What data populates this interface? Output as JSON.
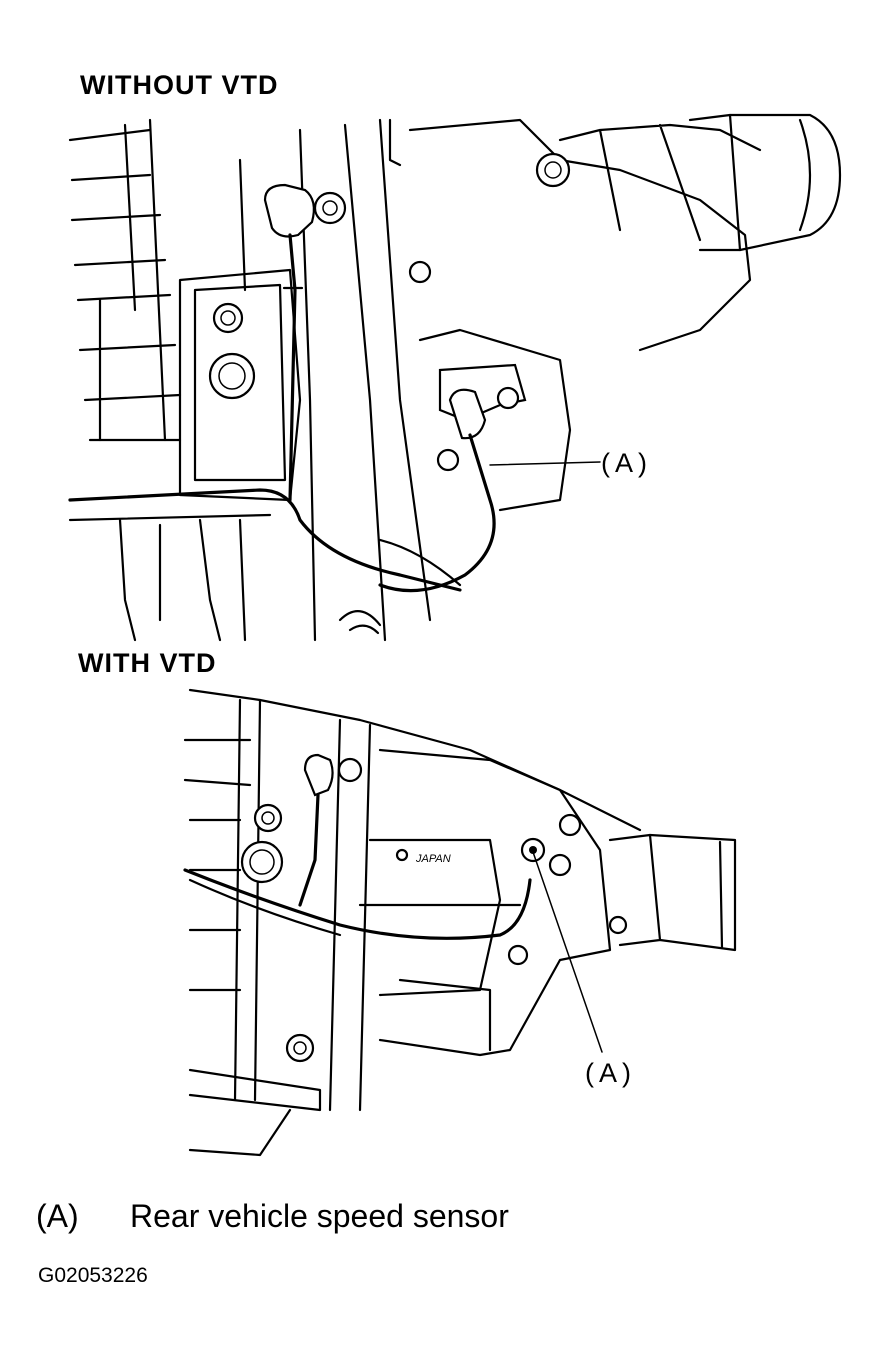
{
  "figure": {
    "heading_top": "WITHOUT VTD",
    "heading_bottom": "WITH VTD",
    "callout_top": "(A)",
    "callout_bottom": "(A)",
    "bottom_part_stamp": "JAPAN",
    "legend": {
      "key": "(A)",
      "text": "Rear vehicle speed sensor"
    },
    "figure_code": "G02053226"
  }
}
